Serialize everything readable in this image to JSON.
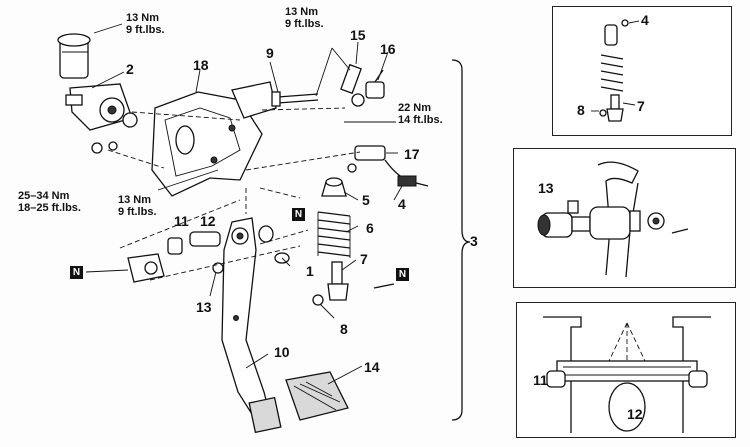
{
  "torque_specs": {
    "reservoir": [
      "13 Nm",
      "9 ft.lbs."
    ],
    "switch": [
      "13 Nm",
      "9 ft.lbs."
    ],
    "nut_upper_right": [
      "22 Nm",
      "14 ft.lbs."
    ],
    "master_mount": [
      "25–34 Nm",
      "18–25 ft.lbs."
    ],
    "bracket_bolt": [
      "13 Nm",
      "9 ft.lbs."
    ]
  },
  "callouts": {
    "n1": "1",
    "n2": "2",
    "n3": "3",
    "n4": "4",
    "n5": "5",
    "n6": "6",
    "n7": "7",
    "n8": "8",
    "n9": "9",
    "n10": "10",
    "n11": "11",
    "n12": "12",
    "n13": "13",
    "n14": "14",
    "n15": "15",
    "n16": "16",
    "n17": "17",
    "n18": "18"
  },
  "new_part_marker": "N",
  "insets": {
    "top": {
      "labels": {
        "a": "4",
        "b": "8",
        "c": "7"
      }
    },
    "middle": {
      "labels": {
        "a": "13"
      }
    },
    "bottom": {
      "labels": {
        "a": "11",
        "b": "12"
      }
    }
  }
}
